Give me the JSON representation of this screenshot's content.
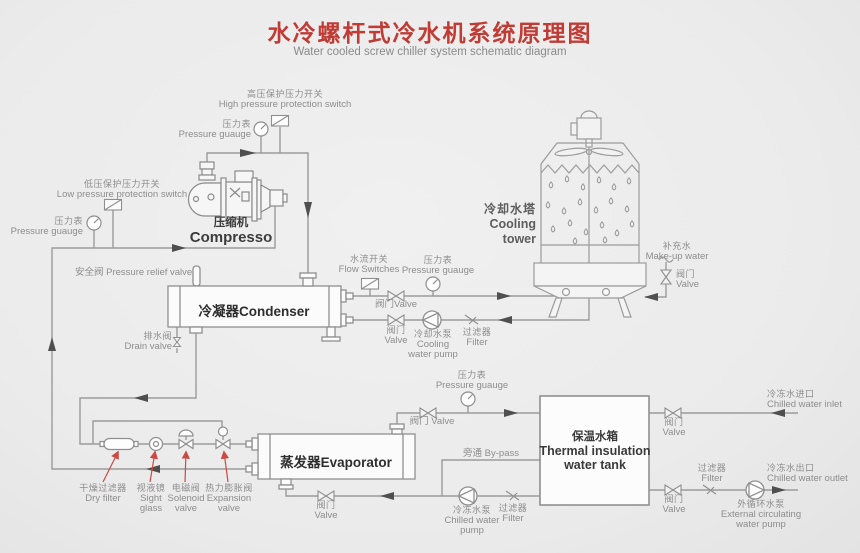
{
  "title": {
    "cn": "水冷螺杆式冷水机系统原理图",
    "en": "Water cooled screw chiller system schematic diagram"
  },
  "colors": {
    "background": "#ebebeb",
    "title_red": "#c13b35",
    "pipe_gray": "#9b9b9b",
    "arrow_gray": "#4f4f4f",
    "label_gray": "#8d8d8d",
    "dark_text": "#3a3a3a",
    "leader_red": "#cb4a42"
  },
  "labels": {
    "high_pressure_switch": {
      "cn": "高压保护压力开关",
      "en": "High pressure protection switch"
    },
    "hp_pressure_gauge": {
      "cn": "压力表",
      "en": "Pressure guauge"
    },
    "low_pressure_switch": {
      "cn": "低压保护压力开关",
      "en": "Low pressure protection switch"
    },
    "lp_pressure_gauge": {
      "cn": "压力表",
      "en": "Pressure guauge"
    },
    "compressor": {
      "cn": "压缩机",
      "en": "Compresso"
    },
    "pressure_relief_valve": {
      "text": "安全阀 Pressure relief valve"
    },
    "condenser": {
      "text": "冷凝器Condenser"
    },
    "drain_valve": {
      "cn": "排水阀",
      "en": "Drain valve"
    },
    "flow_switches": {
      "cn": "水流开关",
      "en": "Flow Switches"
    },
    "cooling_pipe_gauge": {
      "cn": "压力表",
      "en": "Pressure guauge"
    },
    "cooling_supply_valve": {
      "text": "阀门Valve"
    },
    "cooling_return_valve": {
      "cn": "阀门",
      "en": "Valve"
    },
    "cooling_water_pump": {
      "cn": "冷却水泵",
      "en1": "Cooling",
      "en2": "water pump"
    },
    "cooling_filter": {
      "cn": "过滤器",
      "en": "Filter"
    },
    "cooling_tower": {
      "cn": "冷却水塔",
      "en1": "Cooling",
      "en2": "tower"
    },
    "makeup_water": {
      "cn": "补充水",
      "en": "Make-up water"
    },
    "makeup_valve": {
      "cn": "阀门",
      "en": "Valve"
    },
    "evaporator": {
      "text": "蒸发器Evaporator"
    },
    "chilled_pipe_gauge": {
      "cn": "压力表",
      "en": "Pressure guauge"
    },
    "evap_outlet_valve": {
      "text": "阀门 Valve"
    },
    "bypass": {
      "text": "旁通 By-pass"
    },
    "tank": {
      "cn": "保温水箱",
      "en1": "Thermal insulation",
      "en2": "water tank"
    },
    "tank_inlet_valve": {
      "cn": "阀门",
      "en": "Valve"
    },
    "chilled_water_inlet": {
      "cn": "冷冻水进口",
      "en": "Chilled water inlet"
    },
    "tank_outlet_filter": {
      "cn": "过滤器",
      "en": "Filter"
    },
    "tank_outlet_valve": {
      "cn": "阀门",
      "en": "Valve"
    },
    "chilled_water_outlet": {
      "cn": "冷冻水出口",
      "en": "Chilled water outlet"
    },
    "external_pump": {
      "cn": "外循环水泵",
      "en1": "External circulating",
      "en2": "water pump"
    },
    "dry_filter": {
      "cn": "干燥过滤器",
      "en": "Dry filter"
    },
    "sight_glass": {
      "cn": "视液镜",
      "en1": "Sight",
      "en2": "glass"
    },
    "solenoid_valve": {
      "cn": "电磁阀",
      "en1": "Solenoid",
      "en2": "valve"
    },
    "expansion_valve": {
      "cn": "热力膨胀阀",
      "en1": "Expansion",
      "en2": "valve"
    },
    "evap_return_valve": {
      "cn": "阀门",
      "en": "Valve"
    },
    "chilled_water_pump": {
      "cn": "冷冻水泵",
      "en1": "Chilled water",
      "en2": "pump"
    },
    "chilled_filter": {
      "cn": "过滤器",
      "en": "Filter"
    }
  }
}
